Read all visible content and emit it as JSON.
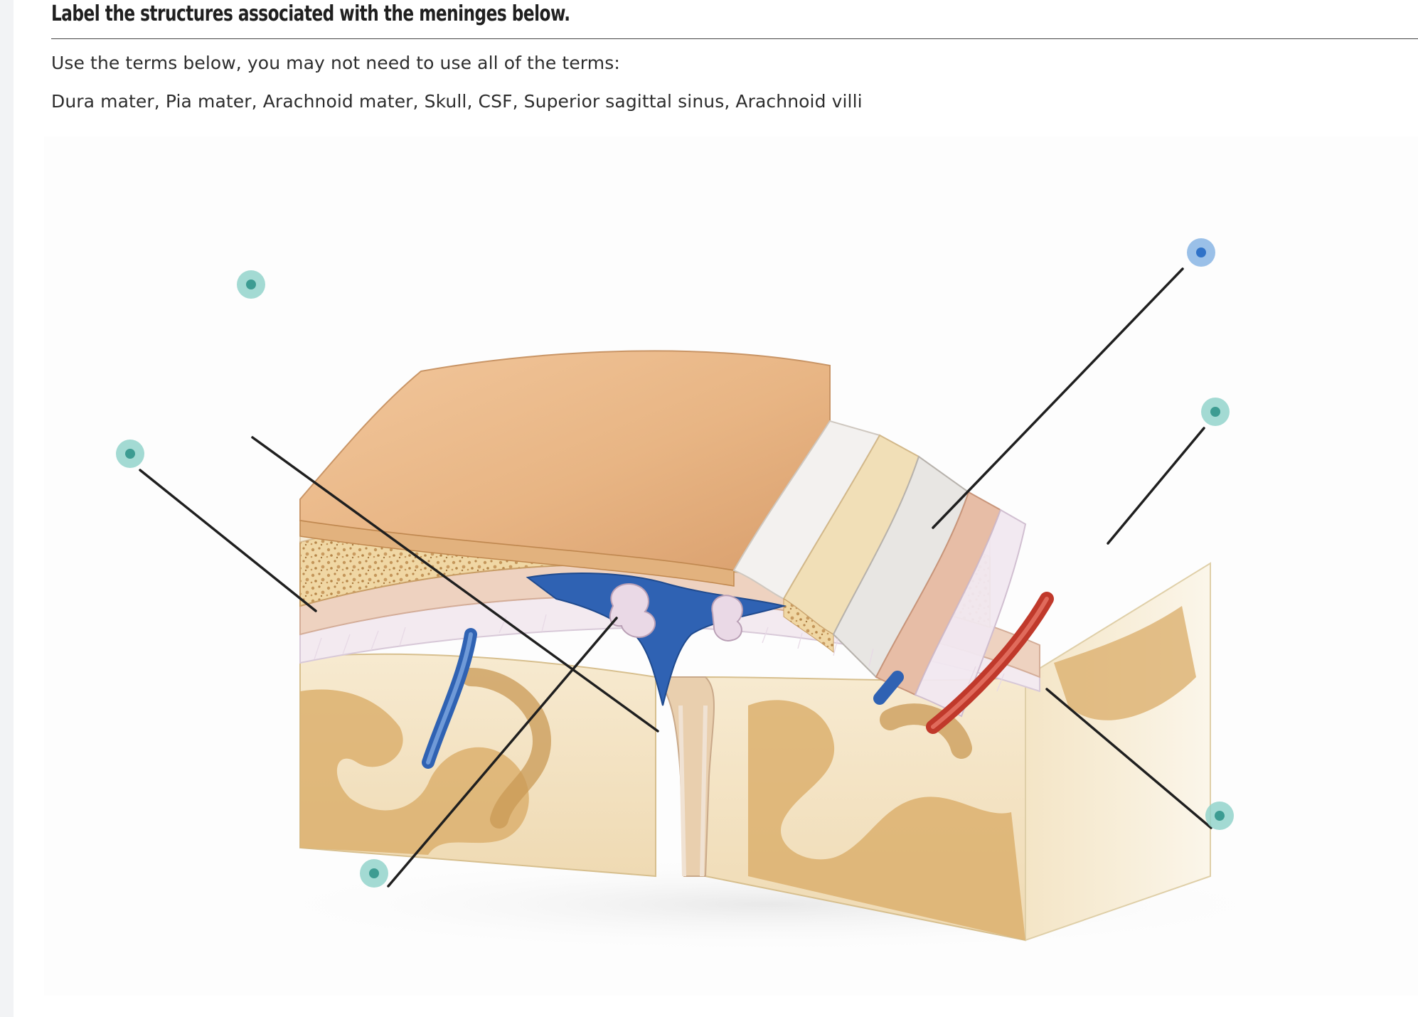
{
  "question": {
    "title": "Label the structures associated with the meninges below.",
    "instruction": "Use the terms below, you may not need to use all of the terms:",
    "terms": "Dura mater, Pia mater, Arachnoid mater, Skull, CSF, Superior sagittal sinus, Arachnoid villi"
  },
  "figure": {
    "description_icon": "meninges-cross-section-illustration",
    "hotspot_color": "#93d3cb",
    "hotspot_dot_color": "#3d9c92",
    "active_hotspot_color": "#8fb9e6",
    "active_hotspot_dot_color": "#2f72c8",
    "leader_color": "#1f1f1f",
    "hotspots": [
      {
        "id": "upper-left",
        "state": "unlabeled"
      },
      {
        "id": "left",
        "state": "unlabeled"
      },
      {
        "id": "bottom-left",
        "state": "unlabeled"
      },
      {
        "id": "upper-right",
        "state": "selected"
      },
      {
        "id": "right",
        "state": "unlabeled"
      },
      {
        "id": "lower-right",
        "state": "unlabeled"
      }
    ]
  }
}
